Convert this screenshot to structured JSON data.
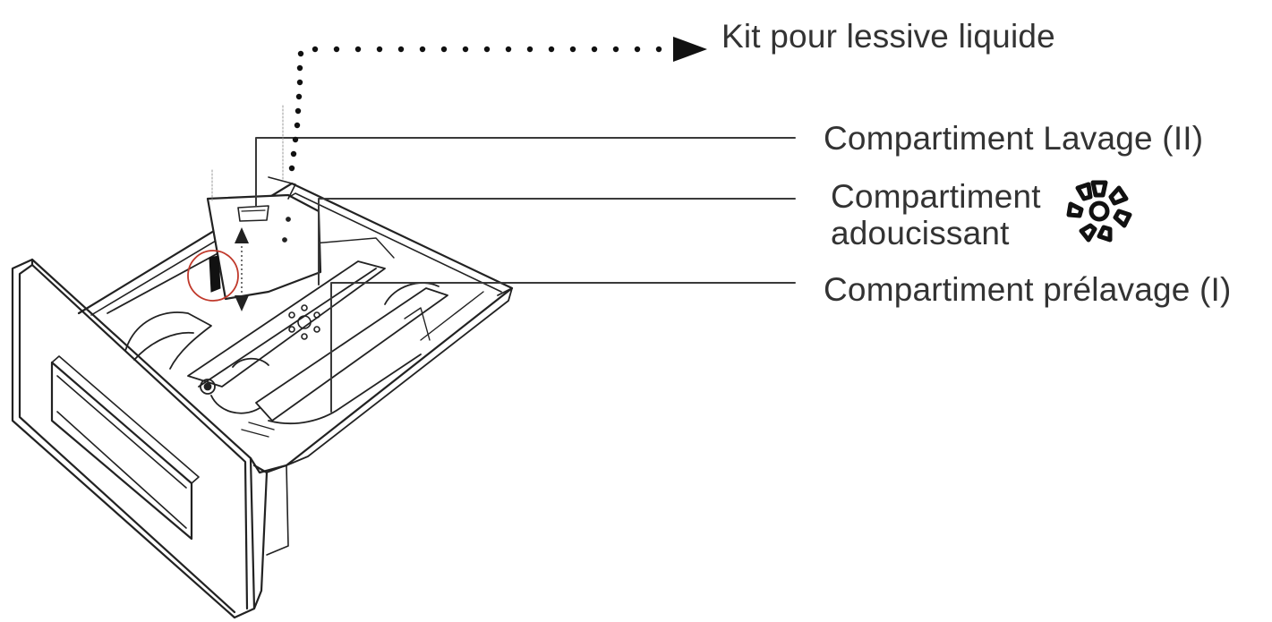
{
  "labels": {
    "liquid_kit": "Kit pour lessive liquide",
    "main_wash": "Compartiment Lavage (II)",
    "softener_line1": "Compartiment",
    "softener_line2": "adoucissant",
    "prewash": "Compartiment prélavage (I)"
  },
  "icons": {
    "softener_symbol": "flower-icon",
    "liquid_kit_arrow": "arrow-right-icon",
    "flap_motion": "double-arrow-vertical-icon"
  },
  "colors": {
    "line": "#3a3a3a",
    "label_text": "#333333",
    "highlight_circle": "#c0392b"
  }
}
